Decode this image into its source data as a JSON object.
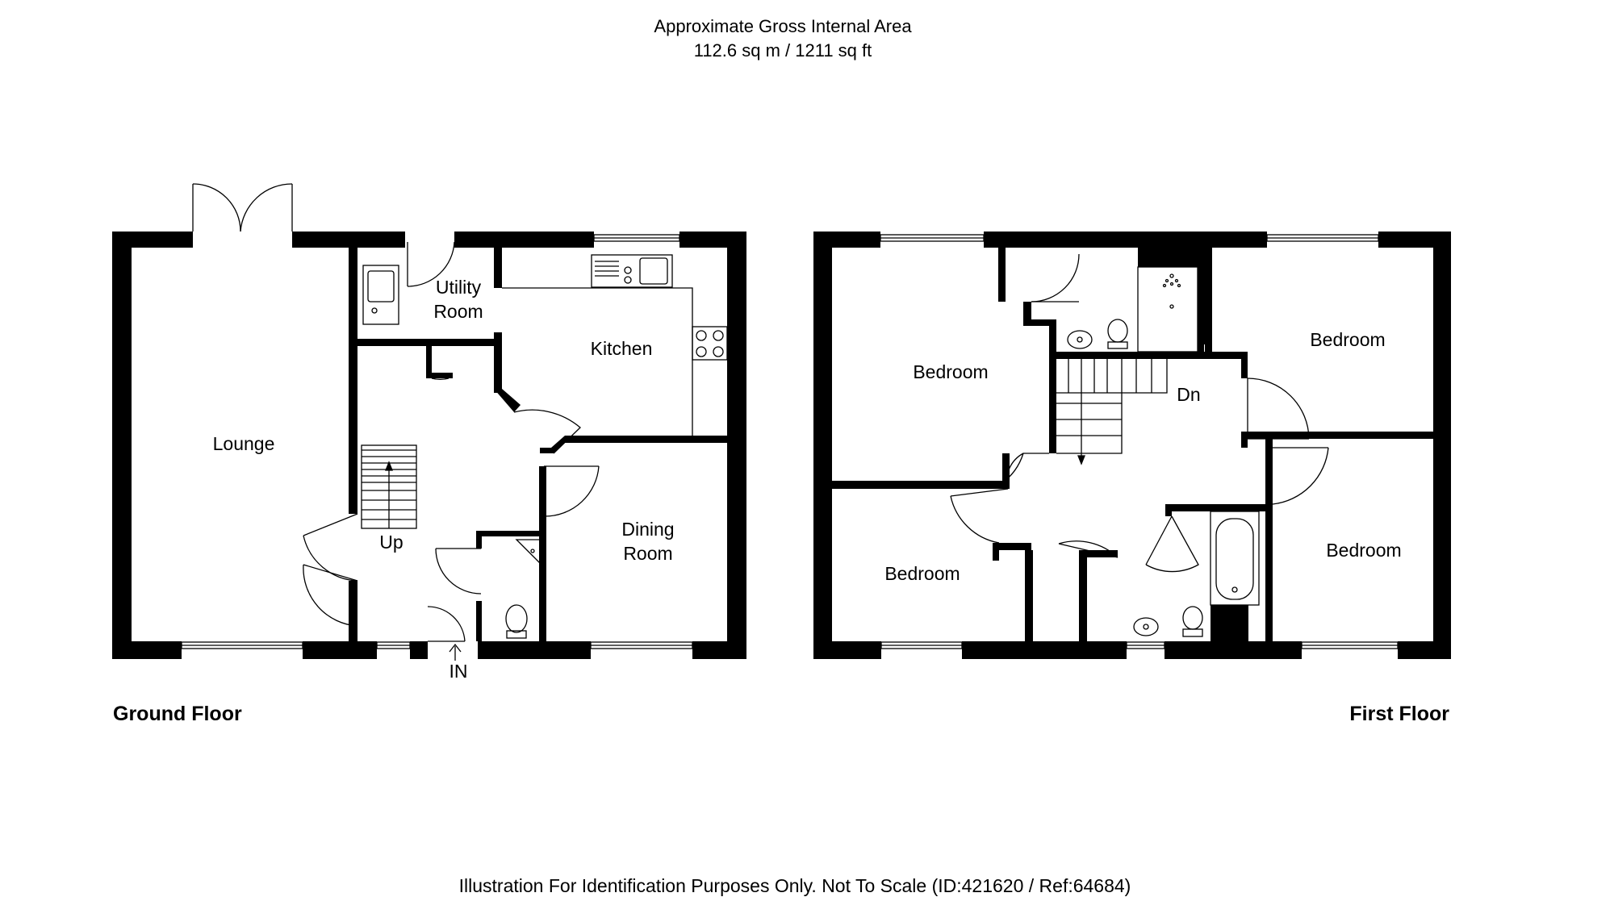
{
  "header": {
    "title": "Approximate Gross Internal Area",
    "area": "112.6 sq m / 1211 sq ft"
  },
  "ground_floor": {
    "label": "Ground Floor",
    "rooms": {
      "lounge": "Lounge",
      "utility_line1": "Utility",
      "utility_line2": "Room",
      "kitchen": "Kitchen",
      "dining_line1": "Dining",
      "dining_line2": "Room"
    },
    "stairs_label": "Up",
    "entrance_label": "IN"
  },
  "first_floor": {
    "label": "First Floor",
    "rooms": {
      "bedroom_front_left": "Bedroom",
      "bedroom_rear_left": "Bedroom",
      "bedroom_rear_right": "Bedroom",
      "bedroom_front_right": "Bedroom"
    },
    "stairs_label": "Dn"
  },
  "footer": {
    "disclaimer": "Illustration For Identification Purposes Only. Not To Scale (ID:421620 / Ref:64684)"
  },
  "colors": {
    "wall": "#000000",
    "background": "#ffffff"
  }
}
